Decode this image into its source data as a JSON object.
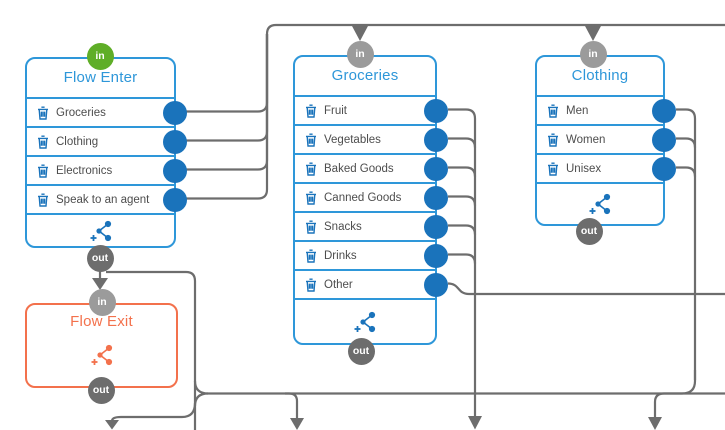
{
  "app": {
    "view": "chat-flow-builder-canvas"
  },
  "labels": {
    "in": "in",
    "out": "out"
  },
  "colors": {
    "node_border_blue": "#2e97d9",
    "port_blue": "#1a73bb",
    "entry_green": "#5fae27",
    "in_grey": "#9b9b9b",
    "out_grey": "#6d6d6d",
    "wire_grey": "#6d6d6d",
    "exit_orange": "#f3714c",
    "row_text": "#4d4d4d",
    "background": "#ffffff"
  },
  "nodes": {
    "flow_enter": {
      "title": "Flow Enter",
      "entry_port": "in",
      "rows": [
        "Groceries",
        "Clothing",
        "Electronics",
        "Speak to an agent"
      ]
    },
    "groceries": {
      "title": "Groceries",
      "rows": [
        "Fruit",
        "Vegetables",
        "Baked Goods",
        "Canned Goods",
        "Snacks",
        "Drinks",
        "Other"
      ]
    },
    "clothing": {
      "title": "Clothing",
      "rows": [
        "Men",
        "Women",
        "Unisex"
      ]
    },
    "flow_exit": {
      "title": "Flow Exit"
    }
  },
  "connections": [
    {
      "from": "Flow Enter / Groceries",
      "to": "Groceries / in"
    },
    {
      "from": "Flow Enter / Clothing",
      "to": "Clothing / in"
    },
    {
      "from": "Flow Enter / Electronics",
      "to": "node off-canvas right"
    },
    {
      "from": "Flow Enter / Speak to an agent",
      "to": "node off-canvas right"
    },
    {
      "from": "Flow Enter / out",
      "to": "Flow Exit / in"
    },
    {
      "from": "Flow Enter / out",
      "to": "nodes off-canvas bottom"
    },
    {
      "from": "Groceries / Fruit,Vegetables,Baked Goods,Canned Goods,Snacks,Drinks",
      "to": "node off-canvas bottom"
    },
    {
      "from": "Groceries / Other",
      "to": "node off-canvas right"
    },
    {
      "from": "Clothing / Men,Women,Unisex",
      "to": "node off-canvas bottom"
    }
  ]
}
